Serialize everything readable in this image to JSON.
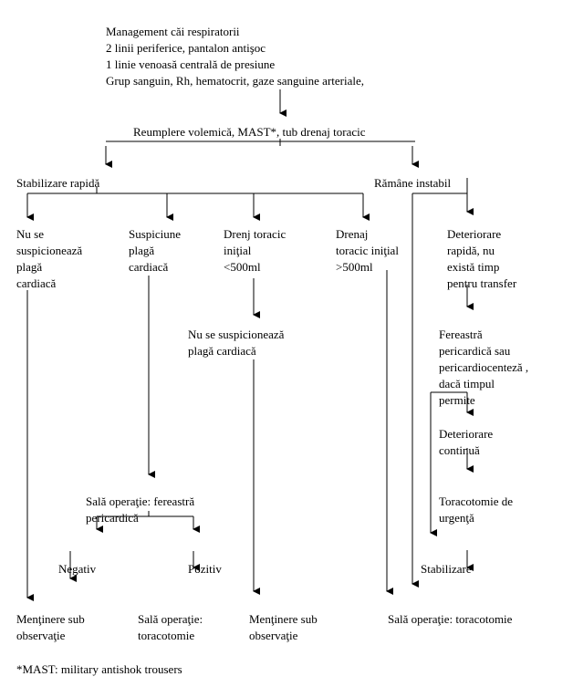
{
  "header": {
    "line1": "Management căi respiratorii",
    "line2": "2 linii periferice, pantalon antişoc",
    "line3": "1 linie venoasă centrală de presiune",
    "line4": "Grup sanguin, Rh, hematocrit, gaze sanguine arteriale,"
  },
  "step2": "Reumplere volemică, MAST*, tub drenaj toracic",
  "branch": {
    "stable": "Stabilizare rapidă",
    "unstable": "Rămâne instabil"
  },
  "cols": {
    "c1": [
      "Nu se",
      "suspicionează",
      "plagă",
      "cardiacă"
    ],
    "c2": [
      "Suspiciune",
      "plagă",
      "cardiacă"
    ],
    "c3": [
      "Drenj toracic",
      "iniţial",
      "<500ml"
    ],
    "c4": [
      "Drenaj",
      "toracic iniţial",
      ">500ml"
    ],
    "c5": [
      "Deteriorare",
      "rapidă, nu",
      "există timp",
      "pentru transfer"
    ]
  },
  "mid": [
    "Nu se suspicionează",
    "plagă cardiacă"
  ],
  "right": {
    "fereastra": [
      "Fereastră",
      "pericardică sau",
      "pericardiocenteză ,",
      "dacă timpul",
      "permite"
    ],
    "deteriorare": [
      "Deteriorare",
      "continuă"
    ],
    "toracotomie": [
      "Toracotomie de",
      "urgenţă"
    ],
    "stabilizare": "Stabilizare"
  },
  "sala": [
    "Sală operaţie: fereastră",
    "pericardică"
  ],
  "neg": "Negativ",
  "poz": "Pozitiv",
  "bottom": {
    "b1": [
      "Menţinere sub",
      "observaţie"
    ],
    "b2": [
      "Sală operaţie:",
      "toracotomie"
    ],
    "b3": [
      "Menţinere sub",
      "observaţie"
    ],
    "b4": "Sală operaţie: toracotomie"
  },
  "footnote": "*MAST: military antishok trousers"
}
